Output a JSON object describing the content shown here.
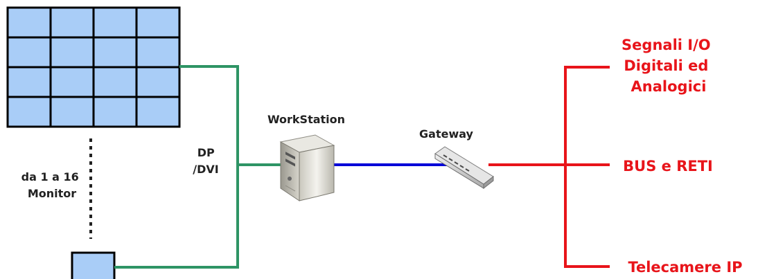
{
  "video_wall": {
    "rows": 4,
    "cols": 4,
    "tile_color": "#a9cdf7"
  },
  "monitor_range_label": [
    "da 1 a 16",
    "Monitor"
  ],
  "connection_label": [
    "DP",
    "/DVI"
  ],
  "workstation_label": "WorkStation",
  "gateway_label": "Gateway",
  "outputs": [
    {
      "lines": [
        "Segnali I/O",
        "Digitali ed",
        "Analogici"
      ]
    },
    {
      "lines": [
        "BUS e RETI"
      ]
    },
    {
      "lines": [
        "Telecamere IP"
      ]
    }
  ],
  "colors": {
    "video_link": "#2e9465",
    "network_link": "#0000d8",
    "field_bus": "#e8141a",
    "grid_line": "#000000",
    "label_text": "#222222",
    "output_text": "#e8141a"
  }
}
